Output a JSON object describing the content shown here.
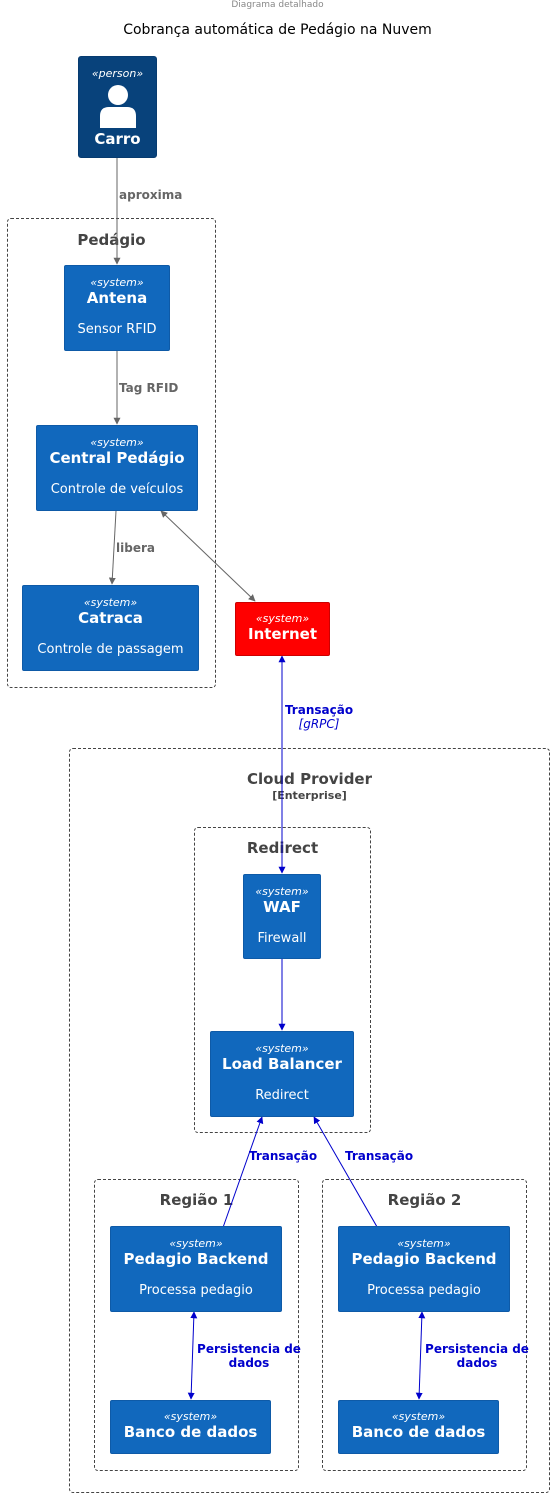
{
  "header": "Diagrama detalhado",
  "title": "Cobrança automática de Pedágio na Nuvem",
  "boundaries": {
    "pedagio": {
      "label": "Pedágio"
    },
    "cloud": {
      "label": "Cloud Provider",
      "sublabel": "[Enterprise]"
    },
    "redirect": {
      "label": "Redirect"
    },
    "regiao1": {
      "label": "Região 1"
    },
    "regiao2": {
      "label": "Região 2"
    }
  },
  "nodes": {
    "carro": {
      "stereotype": "«person»",
      "name": "Carro",
      "icon": "person-icon"
    },
    "antena": {
      "stereotype": "«system»",
      "name": "Antena",
      "description": "Sensor RFID"
    },
    "central": {
      "stereotype": "«system»",
      "name": "Central Pedágio",
      "description": "Controle de veículos"
    },
    "catraca": {
      "stereotype": "«system»",
      "name": "Catraca",
      "description": "Controle de passagem"
    },
    "internet": {
      "stereotype": "«system»",
      "name": "Internet"
    },
    "waf": {
      "stereotype": "«system»",
      "name": "WAF",
      "description": "Firewall"
    },
    "lb": {
      "stereotype": "«system»",
      "name": "Load Balancer",
      "description": "Redirect"
    },
    "backend1": {
      "stereotype": "«system»",
      "name": "Pedagio Backend",
      "description": "Processa pedagio"
    },
    "db1": {
      "stereotype": "«system»",
      "name": "Banco de dados"
    },
    "backend2": {
      "stereotype": "«system»",
      "name": "Pedagio Backend",
      "description": "Processa pedagio"
    },
    "db2": {
      "stereotype": "«system»",
      "name": "Banco de dados"
    }
  },
  "relations": {
    "aproxima": {
      "label": "aproxima"
    },
    "tag_rfid": {
      "label": "Tag RFID"
    },
    "libera": {
      "label": "libera"
    },
    "transacao_internet": {
      "label": "Transação",
      "technology": "[gRPC]"
    },
    "transacao_r1": {
      "label": "Transação"
    },
    "transacao_r2": {
      "label": "Transação"
    },
    "persist1": {
      "label": "Persistencia de dados"
    },
    "persist2": {
      "label": "Persistencia de dados"
    }
  },
  "colors": {
    "system": "#1168BD",
    "person": "#08427B",
    "external": "#FF0000",
    "gray_arrow": "#666666",
    "blue_arrow": "#0000CC"
  }
}
